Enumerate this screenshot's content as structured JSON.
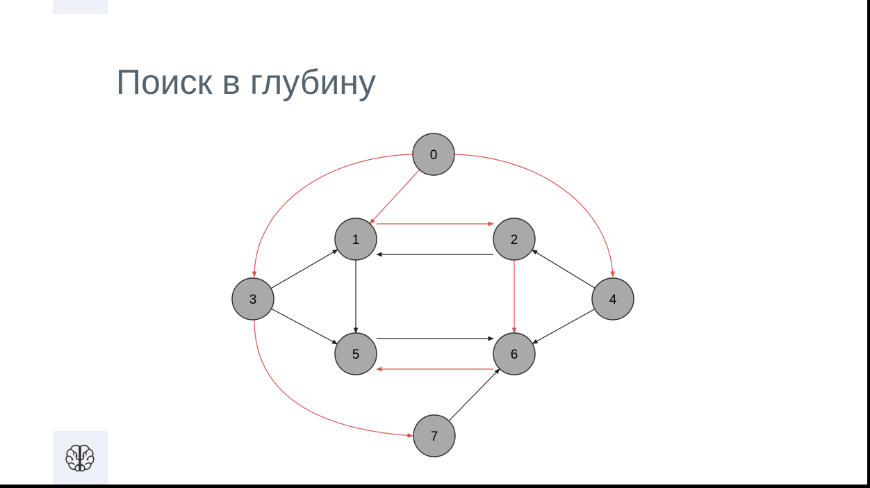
{
  "slide": {
    "title": "Поиск в глубину",
    "logo_icon": "brain-icon"
  },
  "graph": {
    "nodes": [
      "0",
      "1",
      "2",
      "3",
      "4",
      "5",
      "6",
      "7"
    ],
    "edges": [
      {
        "from": "0",
        "to": "1",
        "traversal": true
      },
      {
        "from": "0",
        "to": "3",
        "traversal": true
      },
      {
        "from": "0",
        "to": "4",
        "traversal": true
      },
      {
        "from": "1",
        "to": "2",
        "traversal": true
      },
      {
        "from": "2",
        "to": "1",
        "traversal": false
      },
      {
        "from": "2",
        "to": "6",
        "traversal": true
      },
      {
        "from": "6",
        "to": "5",
        "traversal": true
      },
      {
        "from": "5",
        "to": "6",
        "traversal": false
      },
      {
        "from": "1",
        "to": "5",
        "traversal": false
      },
      {
        "from": "3",
        "to": "1",
        "traversal": false
      },
      {
        "from": "3",
        "to": "5",
        "traversal": false
      },
      {
        "from": "3",
        "to": "7",
        "traversal": true
      },
      {
        "from": "4",
        "to": "2",
        "traversal": false
      },
      {
        "from": "4",
        "to": "6",
        "traversal": false
      },
      {
        "from": "7",
        "to": "6",
        "traversal": false
      }
    ],
    "colors": {
      "traversal_edge": "#d9534f",
      "normal_edge": "#222222",
      "node_fill": "#a9a9a9",
      "node_stroke": "#2b2b2b"
    }
  }
}
